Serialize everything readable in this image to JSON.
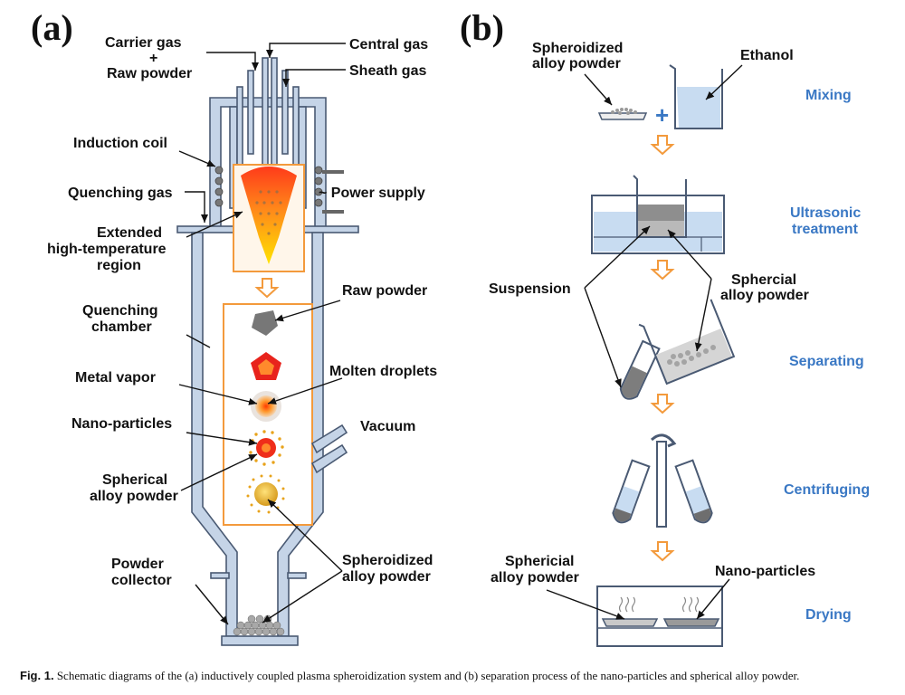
{
  "panels": {
    "a": "(a)",
    "b": "(b)"
  },
  "a_labels": {
    "carrier_gas": "Carrier gas",
    "plus": "+",
    "raw_powder_in": "Raw powder",
    "central_gas": "Central gas",
    "sheath_gas": "Sheath gas",
    "induction_coil": "Induction coil",
    "quenching_gas": "Quenching gas",
    "power_supply": "~ Power supply",
    "extended_1": "Extended",
    "extended_2": "high-temperature",
    "extended_3": "region",
    "quenching_1": "Quenching",
    "quenching_2": "chamber",
    "raw_powder": "Raw powder",
    "metal_vapor": "Metal vapor",
    "molten_droplets": "Molten droplets",
    "nano_particles": "Nano-particles",
    "vacuum": "Vacuum",
    "spherical_1": "Spherical",
    "spherical_2": "alloy powder",
    "collector_1": "Powder",
    "collector_2": "collector",
    "spheroidized_1": "Spheroidized",
    "spheroidized_2": "alloy powder"
  },
  "b_labels": {
    "spheroidized_1": "Spheroidized",
    "spheroidized_2": "alloy powder",
    "ethanol": "Ethanol",
    "plus": "+",
    "suspension": "Suspension",
    "spherical_1": "Sphercial",
    "spherical_2": "alloy powder",
    "spherial_dry_1": "Sphericial",
    "spherial_dry_2": "alloy powder",
    "nano_particles": "Nano-particles"
  },
  "steps": {
    "mixing": "Mixing",
    "ultrasonic_1": "Ultrasonic",
    "ultrasonic_2": "treatment",
    "separating": "Separating",
    "centrifuging": "Centrifuging",
    "drying": "Drying"
  },
  "caption": {
    "label": "Fig. 1.",
    "text": "Schematic diagrams of the (a) inductively coupled plasma spheroidization system and (b) separation process of the nano-particles and spherical alloy powder."
  },
  "colors": {
    "chamber": "#c5d4e7",
    "chamber_stroke": "#4a5a73",
    "orange": "#f39a3c",
    "flame_red": "#ff3b1a",
    "flame_yellow": "#ffe300",
    "step_blue": "#3a78c4",
    "liquid": "#c8dcf1",
    "powder": "#9a9a9a"
  }
}
